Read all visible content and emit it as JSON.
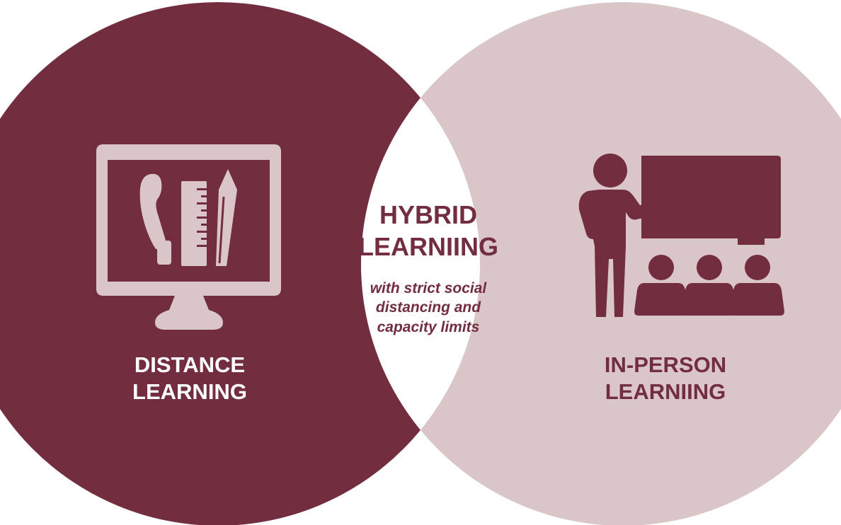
{
  "colors": {
    "background": "#ffffff",
    "distance_circle": "#722e3f",
    "inperson_circle": "#dac6c9",
    "overlap": "#ffffff",
    "distance_text": "#ffffff",
    "inperson_text": "#722e3f",
    "distance_icon": "#dac6c9",
    "inperson_icon": "#722e3f"
  },
  "distance": {
    "icon": "computer-with-school-supplies-icon",
    "label_line1": "DISTANCE",
    "label_line2": "LEARNING"
  },
  "inperson": {
    "icon": "teacher-with-students-icon",
    "label_line1": "IN-PERSON",
    "label_line2": "LEARNIING"
  },
  "hybrid": {
    "title_line1": "HYBRID",
    "title_line2": "LEARNIING",
    "subtitle_line1": "with strict social",
    "subtitle_line2": "distancing and",
    "subtitle_line3": "capacity limits"
  }
}
